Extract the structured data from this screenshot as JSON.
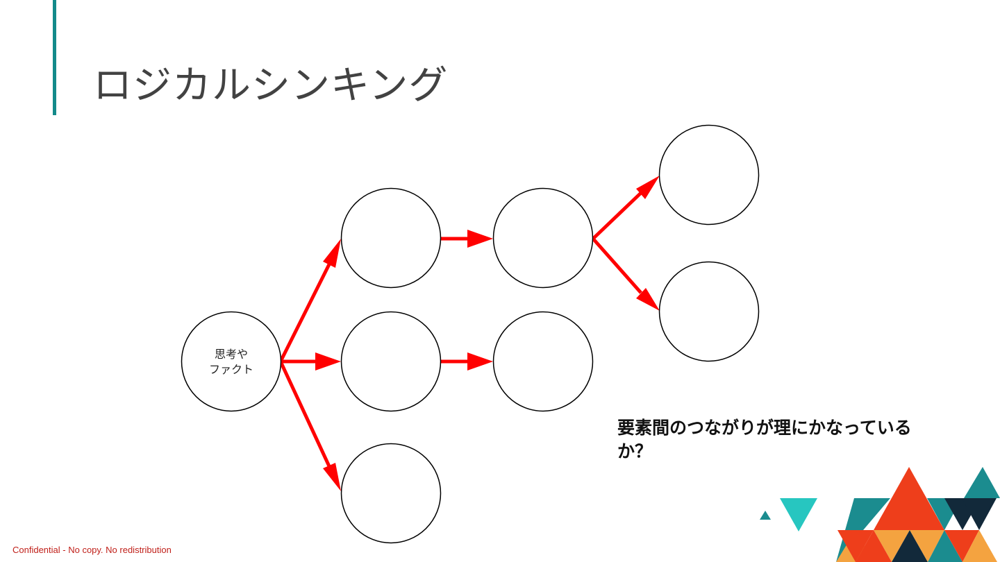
{
  "slide": {
    "title": "ロジカルシンキング",
    "question": "要素間のつながりが理にかなっているか？",
    "confidential": "Confidential - No copy. No redistribution"
  },
  "diagram": {
    "root_label_line1": "思考や",
    "root_label_line2": "ファクト"
  },
  "colors": {
    "accent_teal": "#138a8a",
    "arrow_red": "#ff0000",
    "title_text": "#424242",
    "confidential_text": "#c0201a",
    "decor_orange": "#f4a340",
    "decor_red": "#ee3e1b",
    "decor_navy": "#12293a",
    "decor_teal": "#1b8c8f",
    "decor_cyan": "#27c6c0"
  }
}
